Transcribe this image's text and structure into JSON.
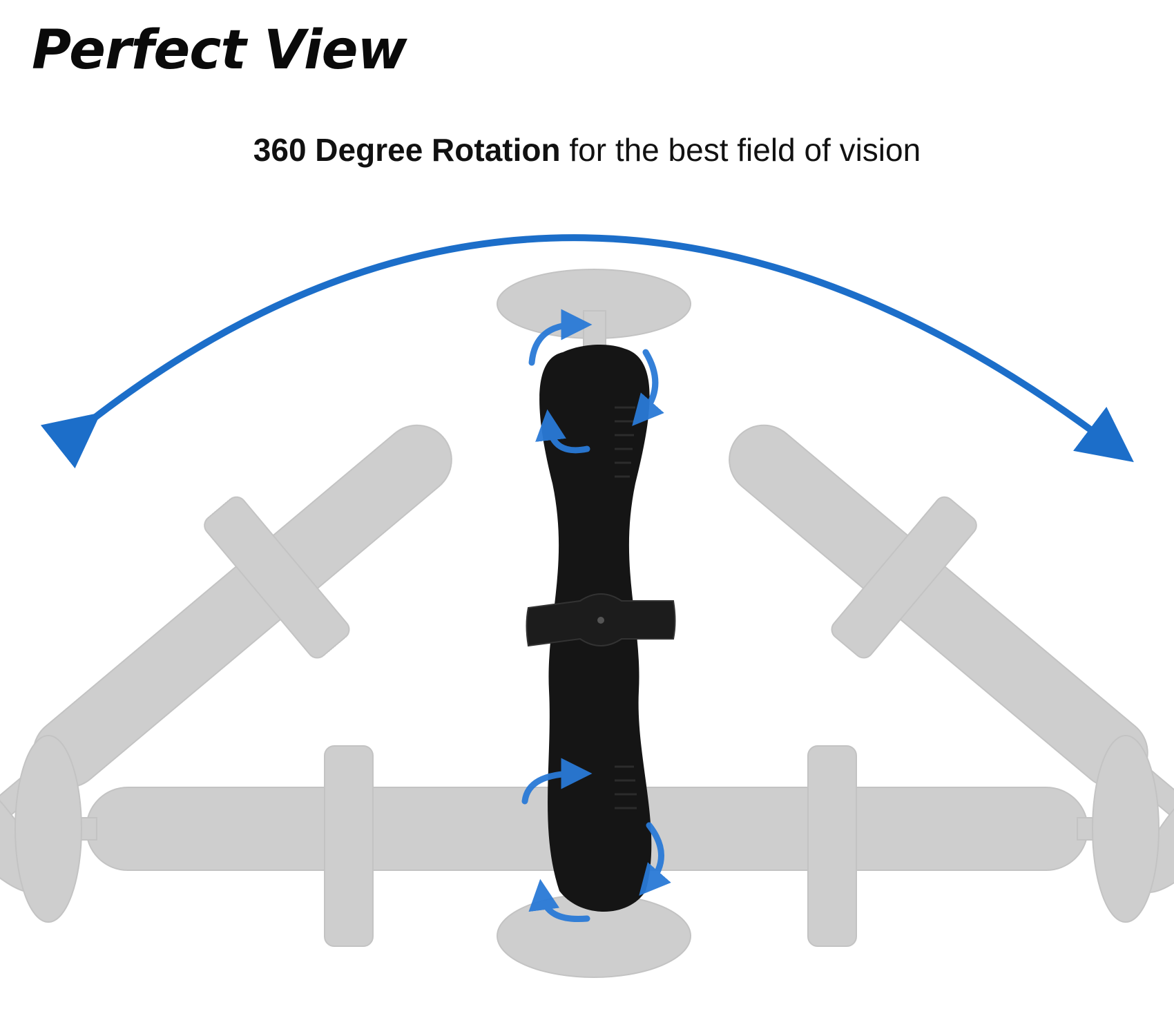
{
  "title": "Perfect View",
  "subtitle": {
    "bold": "360 Degree Rotation",
    "rest": " for the best field of vision"
  },
  "colors": {
    "arrow": "#1c6ec9",
    "ghost": "#c8c8c8",
    "arm": "#151515",
    "background": "#ffffff"
  },
  "illustration": {
    "subject": "black double-socket mount arm with tightening knob",
    "icons": [
      "rotation-arrow-icon",
      "double-headed-arc-arrow-icon"
    ]
  }
}
